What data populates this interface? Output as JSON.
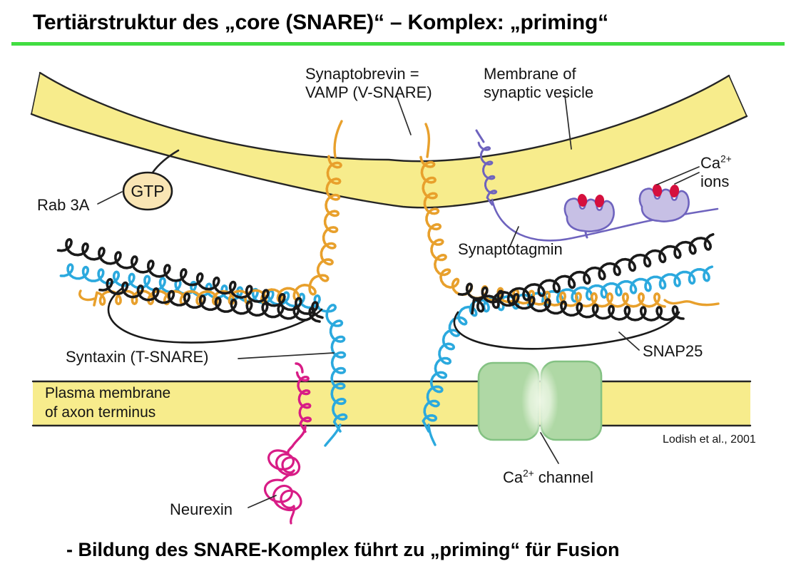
{
  "title": "Tertiärstruktur des „core (SNARE)“ – Komplex: „priming“",
  "caption": "- Bildung des SNARE-Komplex führt zu „priming“ für Fusion",
  "credit": "Lodish et al., 2001",
  "labels": {
    "synaptobrevin_line1": "Synaptobrevin =",
    "synaptobrevin_line2": "VAMP (V-SNARE)",
    "membrane_vesicle_line1": "Membrane of",
    "membrane_vesicle_line2": "synaptic vesicle",
    "rab3a": "Rab 3A",
    "gtp": "GTP",
    "ca_ions_base": "Ca",
    "ca_ions_sup": "2+",
    "ca_ions_line2": "ions",
    "synaptotagmin": "Synaptotagmin",
    "syntaxin": "Syntaxin (T-SNARE)",
    "snap25": "SNAP25",
    "plasma_line1": "Plasma membrane",
    "plasma_line2": "of axon terminus",
    "neurexin": "Neurexin",
    "ca_channel_base": "Ca",
    "ca_channel_sup": "2+",
    "ca_channel_rest": " channel"
  },
  "colors": {
    "membrane_fill": "#F7EC8C",
    "membrane_edge": "#252525",
    "divider_green": "#41DD41",
    "vamp_orange": "#E8A02C",
    "syntaxin_blue": "#2BA9DE",
    "snap25_black": "#1A1A1A",
    "synaptotagmin_purple": "#6E63BE",
    "synaptotagmin_fill": "#C7C0E5",
    "calcium_red": "#D5103E",
    "channel_fill": "#AFD8A5",
    "channel_edge": "#84C283",
    "channel_highlight": "#E9F5E1",
    "gtp_fill": "#F9E5B4",
    "neurexin_pink": "#D81C86",
    "pointer_line": "#2B2B2B"
  }
}
